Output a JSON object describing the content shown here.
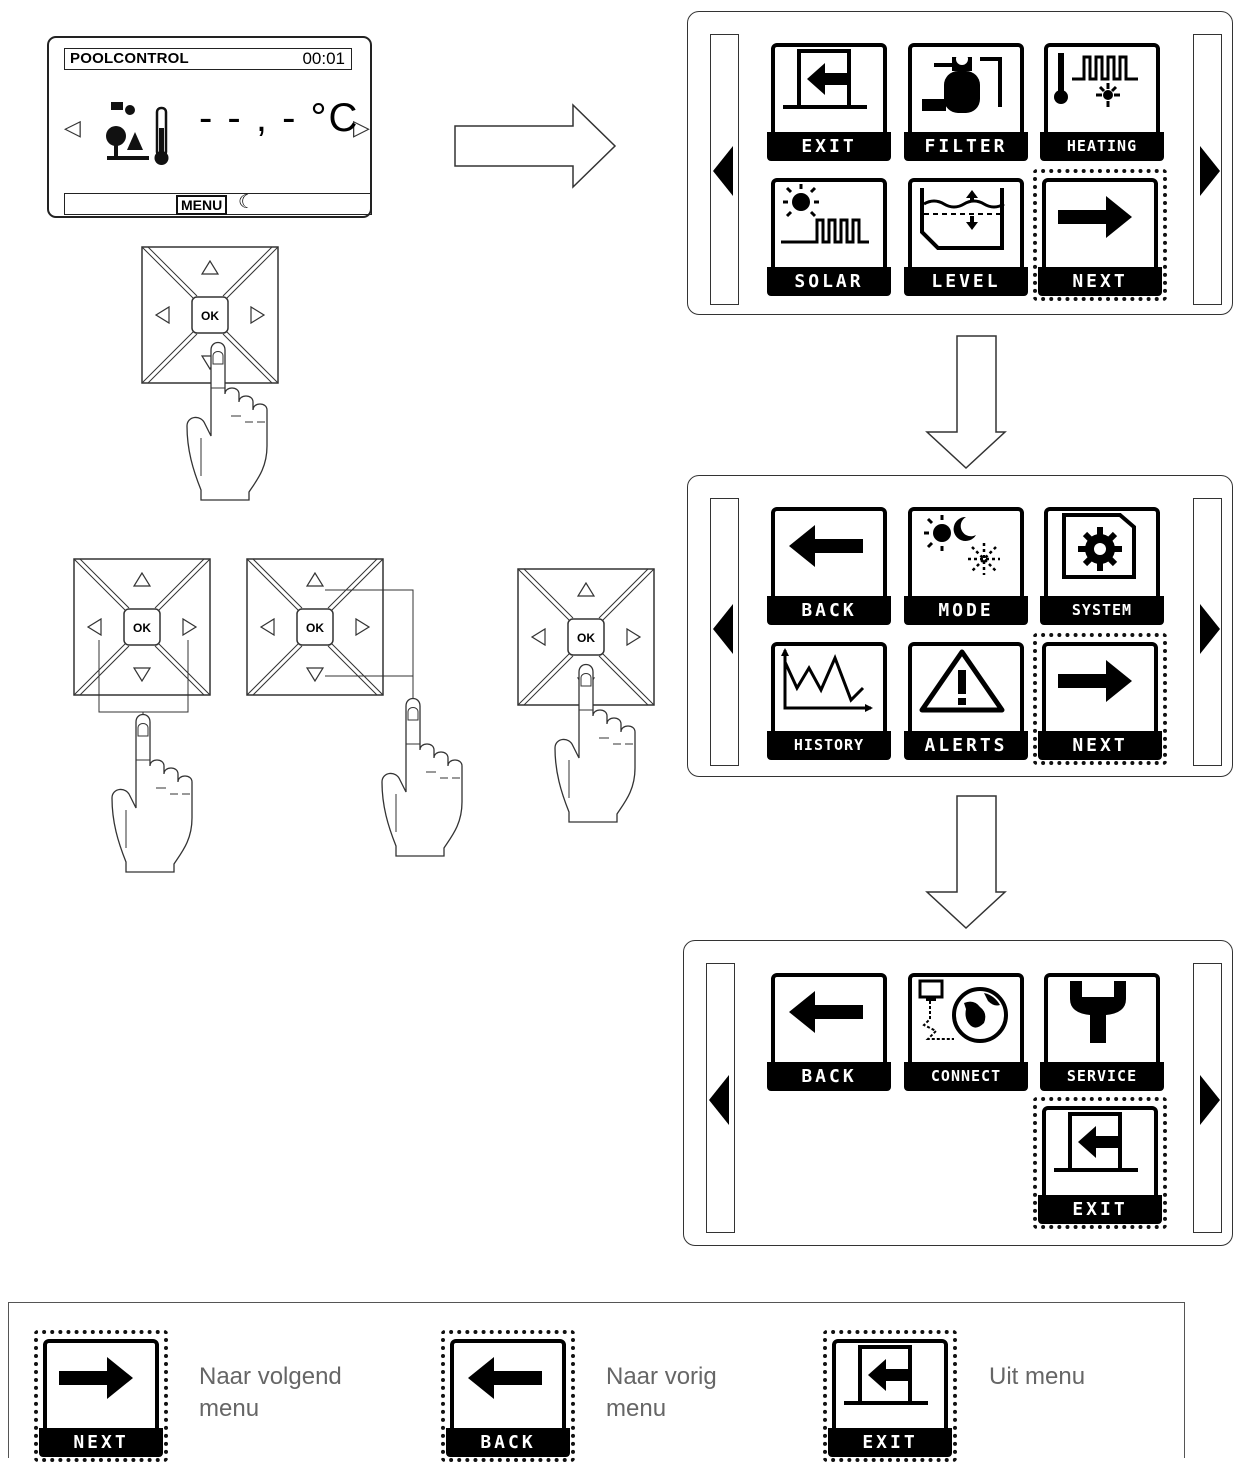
{
  "home_screen": {
    "title": "POOLCONTROL",
    "time": "00:01",
    "temperature": "- - , - °C",
    "menu_label": "MENU",
    "moon_icon": "moon-icon"
  },
  "menu_pages": [
    {
      "tiles": [
        {
          "label": "EXIT",
          "icon": "exit-door-icon",
          "selected": false
        },
        {
          "label": "FILTER",
          "icon": "filter-pump-icon",
          "selected": false
        },
        {
          "label": "HEATING",
          "icon": "heating-icon",
          "selected": false
        },
        {
          "label": "SOLAR",
          "icon": "solar-icon",
          "selected": false
        },
        {
          "label": "LEVEL",
          "icon": "water-level-icon",
          "selected": false
        },
        {
          "label": "NEXT",
          "icon": "arrow-right-icon",
          "selected": true
        }
      ]
    },
    {
      "tiles": [
        {
          "label": "BACK",
          "icon": "arrow-left-icon",
          "selected": false
        },
        {
          "label": "MODE",
          "icon": "day-night-mode-icon",
          "selected": false
        },
        {
          "label": "SYSTEM",
          "icon": "system-gear-icon",
          "selected": false
        },
        {
          "label": "HISTORY",
          "icon": "history-graph-icon",
          "selected": false
        },
        {
          "label": "ALERTS",
          "icon": "warning-triangle-icon",
          "selected": false
        },
        {
          "label": "NEXT",
          "icon": "arrow-right-icon",
          "selected": true
        }
      ]
    },
    {
      "tiles": [
        {
          "label": "BACK",
          "icon": "arrow-left-icon",
          "selected": false
        },
        {
          "label": "CONNECT",
          "icon": "connect-globe-icon",
          "selected": false
        },
        {
          "label": "SERVICE",
          "icon": "wrench-icon",
          "selected": false
        },
        {
          "label": "EXIT",
          "icon": "exit-door-icon",
          "selected": true
        }
      ]
    }
  ],
  "keypad": {
    "ok_label": "OK"
  },
  "legend": [
    {
      "tile_label": "NEXT",
      "line1": "Naar volgend",
      "line2": "menu"
    },
    {
      "tile_label": "BACK",
      "line1": "Naar vorig",
      "line2": "menu"
    },
    {
      "tile_label": "EXIT",
      "line1": "Uit menu",
      "line2": ""
    }
  ]
}
